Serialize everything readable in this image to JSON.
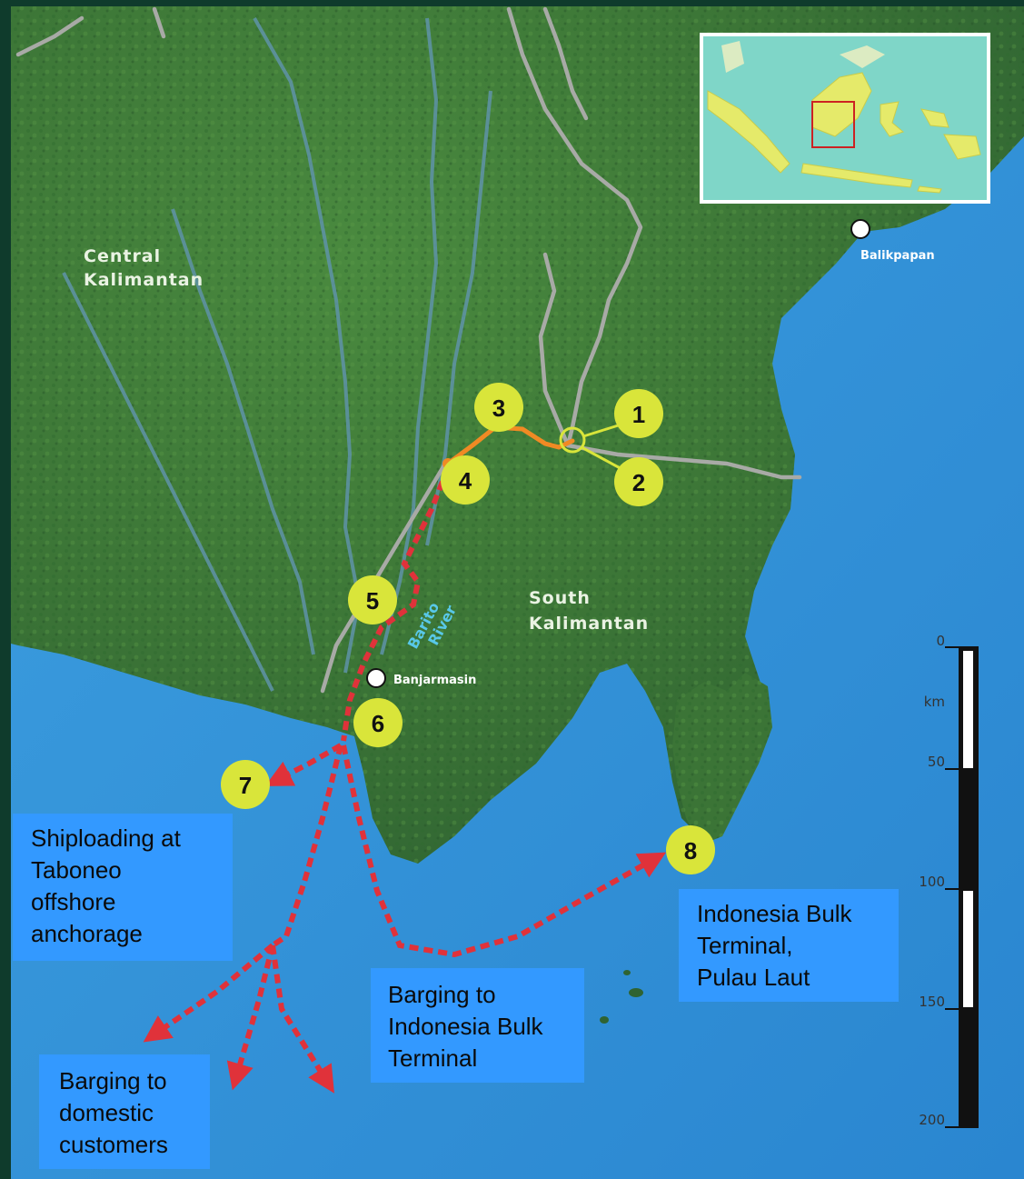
{
  "regions": {
    "central": "Central\nKalimantan",
    "south": "South\nKalimantan"
  },
  "cities": {
    "balikpapan": "Balikpapan",
    "banjarmasin": "Banjarmasin"
  },
  "river": "Barito\nRiver",
  "markers": [
    {
      "id": "1",
      "label": "1"
    },
    {
      "id": "2",
      "label": "2"
    },
    {
      "id": "3",
      "label": "3"
    },
    {
      "id": "4",
      "label": "4"
    },
    {
      "id": "5",
      "label": "5"
    },
    {
      "id": "6",
      "label": "6"
    },
    {
      "id": "7",
      "label": "7"
    },
    {
      "id": "8",
      "label": "8"
    }
  ],
  "callouts": {
    "taboneo": "Shiploading at\nTaboneo\noffshore\nanchorage",
    "ibt_barging": "Barging to\nIndonesia Bulk\nTerminal",
    "ibt_terminal": "Indonesia Bulk\nTerminal,\nPulau Laut",
    "domestic": "Barging to\ndomestic\ncustomers"
  },
  "scale_bar": {
    "unit": "km",
    "ticks": [
      "0",
      "50",
      "100",
      "150",
      "200"
    ]
  },
  "colors": {
    "land": "#3f7a3a",
    "sea": "#2f8fd6",
    "marker_fill": "#d9e53a",
    "haul_road": "#f08a24",
    "barge_route": "#e0323a",
    "callout_bg": "#3399ff",
    "roads": "#a8aaa6",
    "rivers": "#5f93a8"
  },
  "inset": {
    "icon": "indonesia-locator-map",
    "highlight_color": "#cc2222"
  }
}
